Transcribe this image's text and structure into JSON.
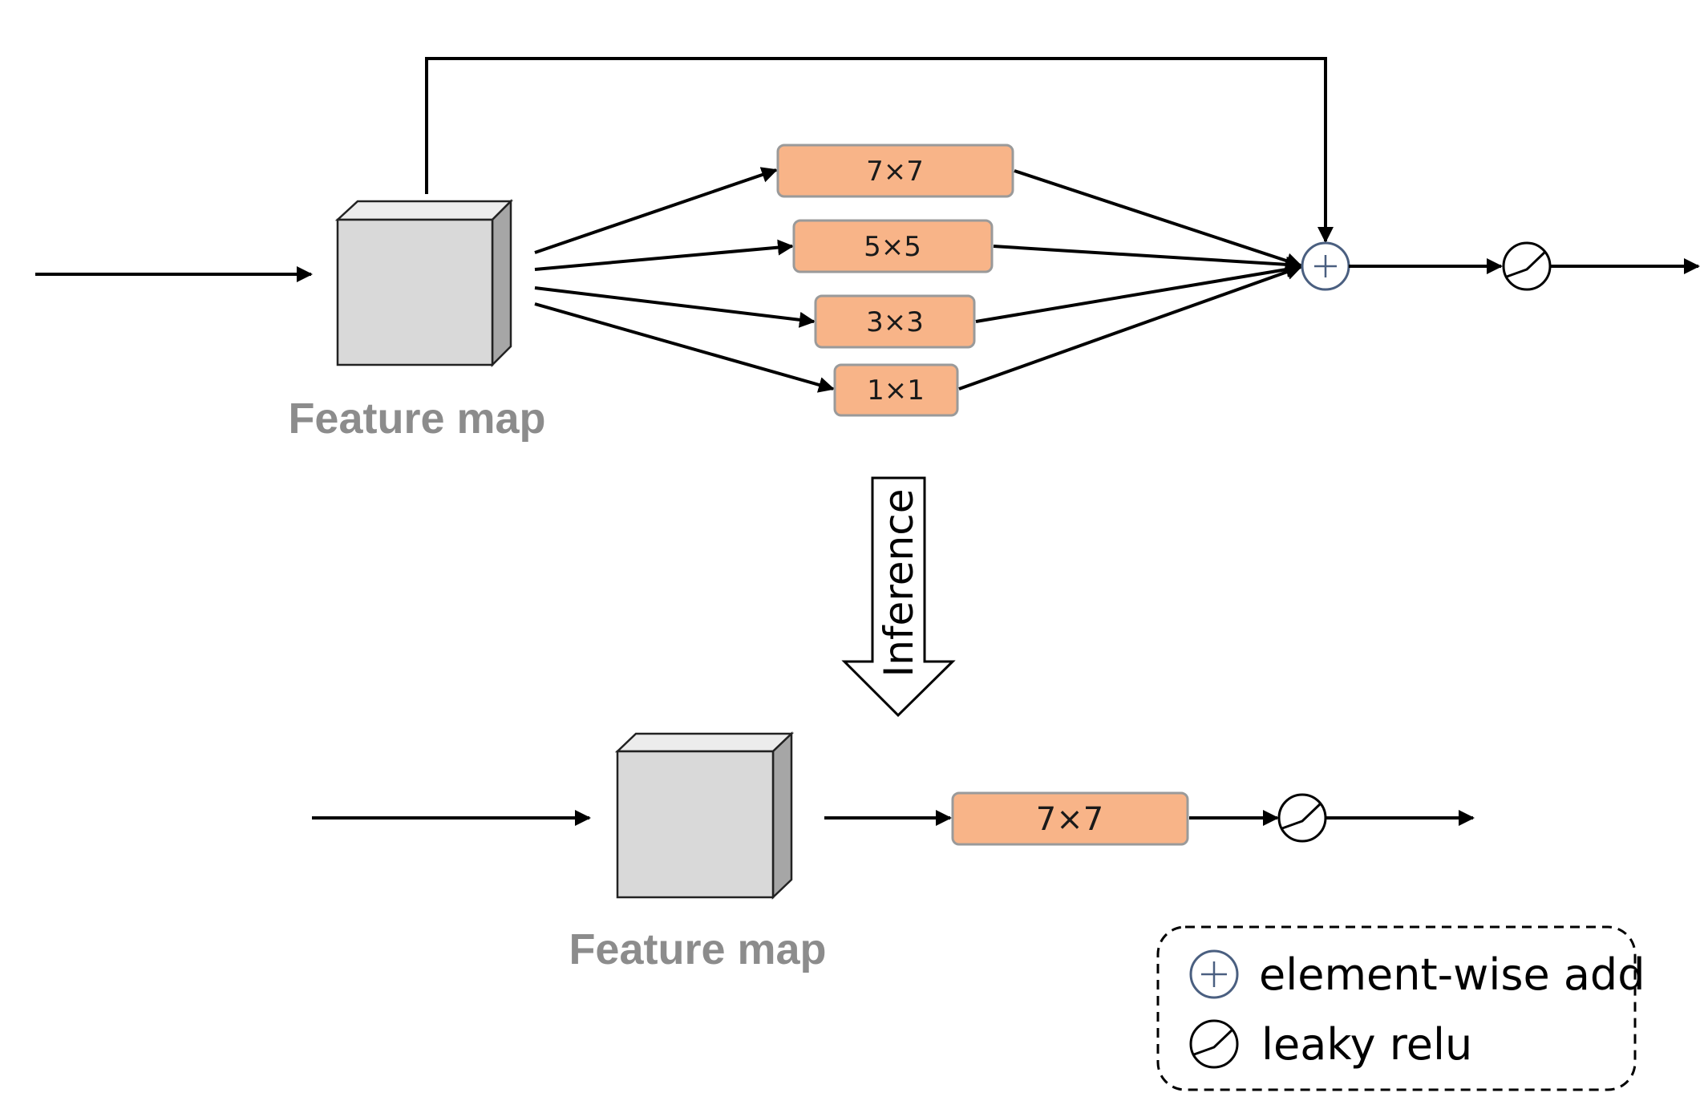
{
  "top_block": {
    "feature_label": "Feature map",
    "kernels": [
      "7×7",
      "5×5",
      "3×3",
      "1×1"
    ]
  },
  "inference": {
    "label": "Inference"
  },
  "bottom_block": {
    "feature_label": "Feature map",
    "kernel": "7×7"
  },
  "legend": {
    "add_label": "element-wise add",
    "relu_label": "leaky relu"
  },
  "colors": {
    "kernel_fill": "#f8b488",
    "feature_label": "#8c8c8c",
    "add_circle": "#4a5f80"
  }
}
